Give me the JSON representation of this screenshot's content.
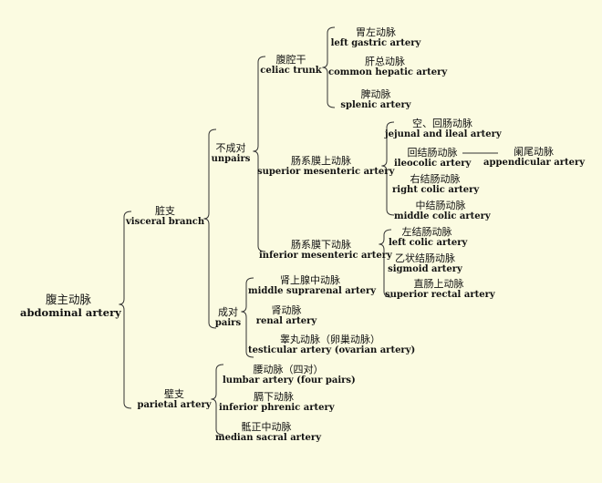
{
  "tree": {
    "root": {
      "zh": "腹主动脉",
      "en": "abdominal artery"
    },
    "visceral": {
      "zh": "脏支",
      "en": "visceral branch"
    },
    "parietal": {
      "zh": "壁支",
      "en": "parietal artery"
    },
    "unpairs": {
      "zh": "不成对",
      "en": "unpairs"
    },
    "pairs": {
      "zh": "成对",
      "en": "pairs"
    },
    "celiac": {
      "zh": "腹腔干",
      "en": "celiac trunk"
    },
    "sma": {
      "zh": "肠系膜上动脉",
      "en": "superior mesenteric artery"
    },
    "ima": {
      "zh": "肠系膜下动脉",
      "en": "inferior mesenteric artery"
    },
    "left_gastric": {
      "zh": "胃左动脉",
      "en": "left gastric artery"
    },
    "common_hepatic": {
      "zh": "肝总动脉",
      "en": "common hepatic artery"
    },
    "splenic": {
      "zh": "脾动脉",
      "en": "splenic artery"
    },
    "jejunal": {
      "zh": "空、回肠动脉",
      "en": "jejunal and ileal artery"
    },
    "ileocolic": {
      "zh": "回结肠动脉",
      "en": "ileocolic artery"
    },
    "appendicular": {
      "zh": "阑尾动脉",
      "en": "appendicular artery"
    },
    "right_colic": {
      "zh": "右结肠动脉",
      "en": "right colic artery"
    },
    "middle_colic": {
      "zh": "中结肠动脉",
      "en": "middle colic artery"
    },
    "left_colic": {
      "zh": "左结肠动脉",
      "en": "left colic artery"
    },
    "sigmoid": {
      "zh": "乙状结肠动脉",
      "en": "sigmoid artery"
    },
    "superior_rectal": {
      "zh": "直肠上动脉",
      "en": "superior rectal artery"
    },
    "middle_suprarenal": {
      "zh": "肾上腺中动脉",
      "en": "middle suprarenal artery"
    },
    "renal": {
      "zh": "肾动脉",
      "en": "renal artery"
    },
    "testicular": {
      "zh": "睾丸动脉（卵巢动脉）",
      "en": "testicular artery (ovarian artery)"
    },
    "lumbar": {
      "zh": "腰动脉（四对）",
      "en": "lumbar artery (four pairs)"
    },
    "inferior_phrenic": {
      "zh": "膈下动脉",
      "en": "inferior phrenic artery"
    },
    "median_sacral": {
      "zh": "骶正中动脉",
      "en": "median sacral artery"
    }
  },
  "colors": {
    "background": "#fbfbe1",
    "line": "#333333",
    "text": "#111111"
  }
}
